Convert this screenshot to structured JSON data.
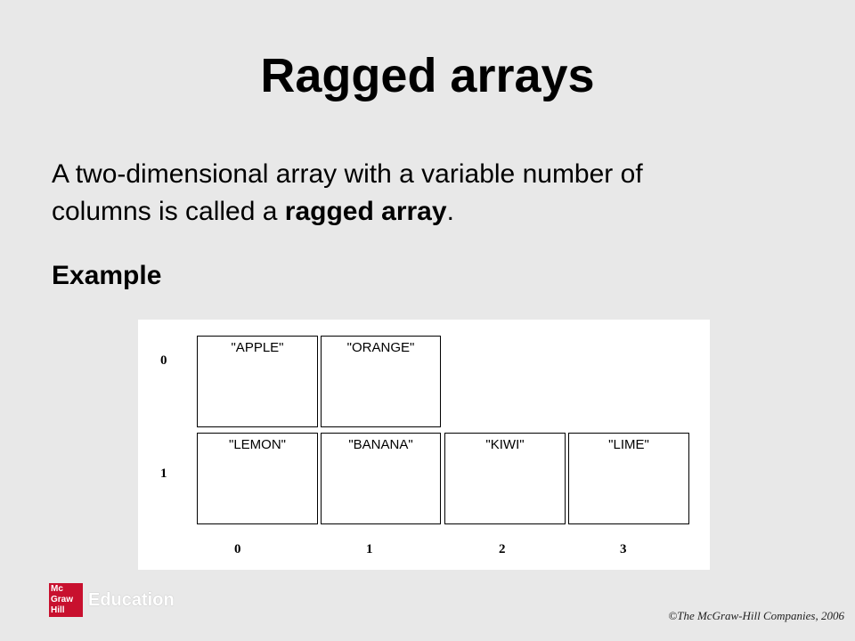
{
  "slide": {
    "title": "Ragged arrays",
    "body": {
      "line1": "A two-dimensional array with a variable number of",
      "line2_pre": "columns is called a ",
      "line2_bold": "ragged array",
      "line2_post": "."
    },
    "example_label": "Example"
  },
  "diagram": {
    "row_labels": [
      "0",
      "1"
    ],
    "col_labels": [
      "0",
      "1",
      "2",
      "3"
    ],
    "rows": [
      [
        "\"APPLE\"",
        "\"ORANGE\""
      ],
      [
        "\"LEMON\"",
        "\"BANANA\"",
        "\"KIWI\"",
        "\"LIME\""
      ]
    ]
  },
  "footer": {
    "logo_mark": [
      "Mc",
      "Graw",
      "Hill"
    ],
    "logo_text": "Education",
    "copyright": "©The McGraw-Hill Companies, 2006"
  },
  "colors": {
    "background": "#e8e8e8",
    "logo_red": "#c8102e"
  }
}
